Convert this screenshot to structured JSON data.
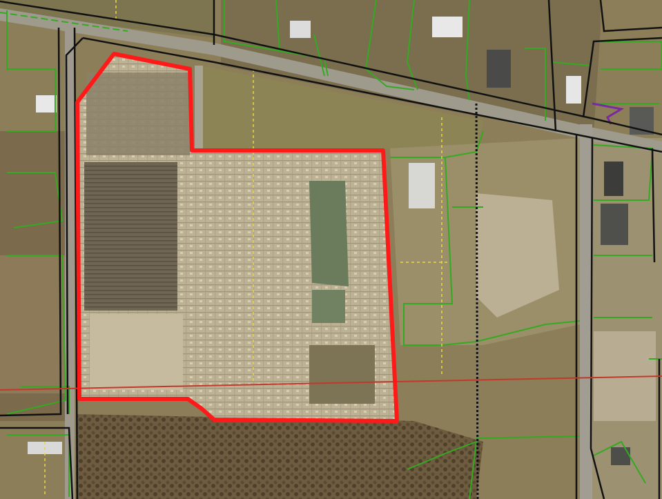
{
  "map": {
    "imagery": "aerial-orthophoto",
    "colors": {
      "site_boundary": "#ff1a1a",
      "parcel_lines": "#33aa22",
      "road_rights_of_way": "#111111",
      "section_line": "#c0392b",
      "centerline_dashed": "#e6d84a",
      "rail_dotted": "#111111",
      "purple_feature": "#7a2aa0",
      "pond_water": "#6d7f5e",
      "bare_ground": "#c9bfa6",
      "field_olive": "#8a7d52",
      "woods_brown": "#6e5a3c"
    },
    "layers": [
      "aerial-imagery",
      "parcel-boundaries",
      "road-right-of-way",
      "section-line",
      "site-boundary"
    ]
  }
}
